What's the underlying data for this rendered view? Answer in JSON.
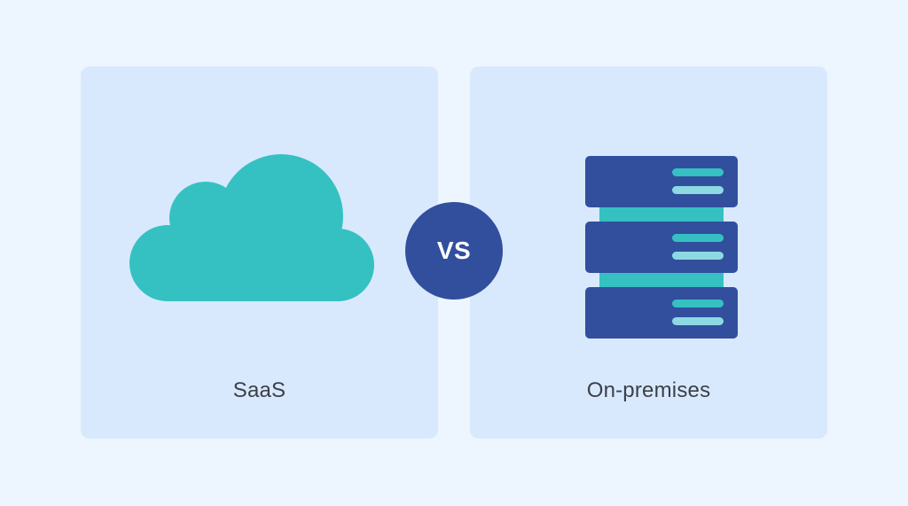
{
  "comparison": {
    "left": {
      "label": "SaaS",
      "icon": "cloud-icon"
    },
    "center": {
      "label": "VS"
    },
    "right": {
      "label": "On-premises",
      "icon": "server-icon"
    }
  },
  "colors": {
    "background": "#edf5fe",
    "panel": "#d9e9fd",
    "teal": "#35c1c2",
    "navy": "#314f9d",
    "light_teal": "#8dd9e2",
    "text": "#3b3f4a"
  }
}
